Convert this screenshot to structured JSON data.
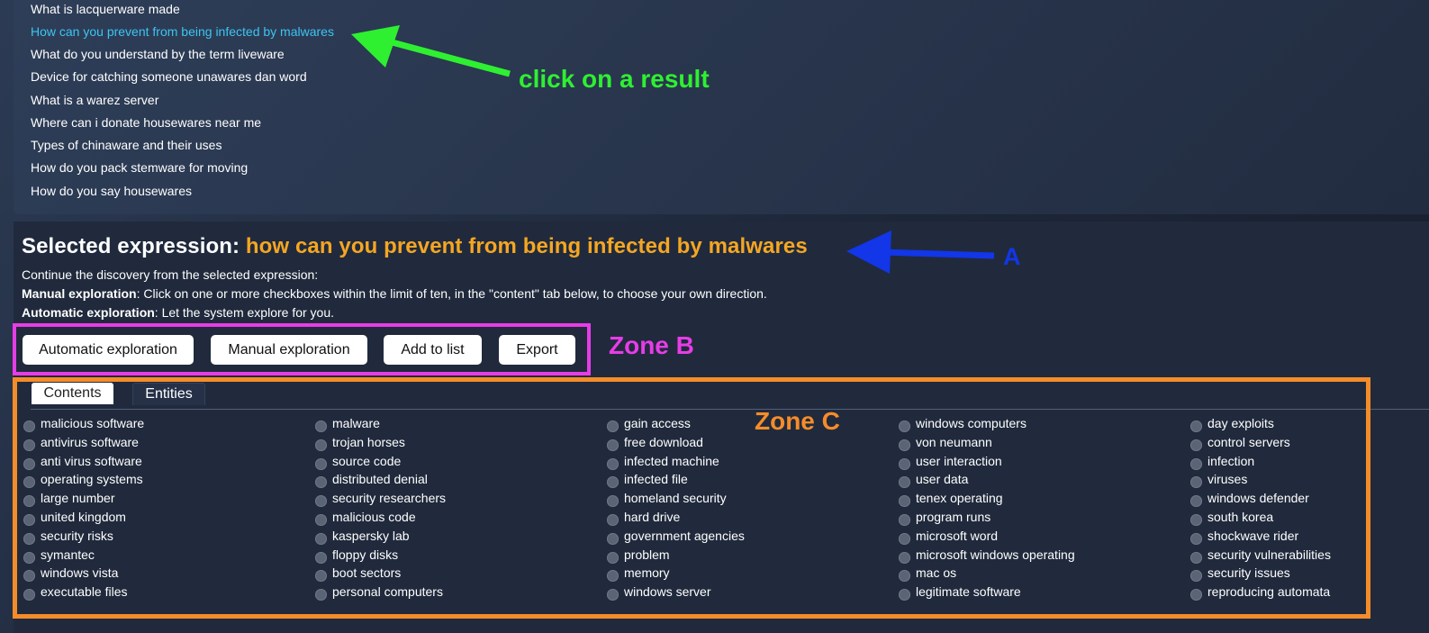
{
  "results": [
    "What is lacquerware made",
    "How can you prevent from being infected by malwares",
    "What do you understand by the term liveware",
    "Device for catching someone unawares dan word",
    "What is a warez server",
    "Where can i donate housewares near me",
    "Types of chinaware and their uses",
    "How do you pack stemware for moving",
    "How do you say housewares"
  ],
  "selected": {
    "label": "Selected expression:",
    "expression": "how can you prevent from being infected by malwares",
    "continue_text": "Continue the discovery from the selected expression:",
    "manual_title": "Manual exploration",
    "manual_text": ": Click on one or more checkboxes within the limit of ten, in the \"content\" tab below, to choose your own direction.",
    "auto_title": "Automatic exploration",
    "auto_text": ": Let the system explore for you."
  },
  "buttons": {
    "automatic": "Automatic exploration",
    "manual": "Manual exploration",
    "add": "Add to list",
    "export": "Export"
  },
  "tabs": {
    "contents": "Contents",
    "entities": "Entities"
  },
  "checkbox_columns": [
    [
      "malicious software",
      "antivirus software",
      "anti virus software",
      "operating systems",
      "large number",
      "united kingdom",
      "security risks",
      "symantec",
      "windows vista",
      "executable files"
    ],
    [
      "malware",
      "trojan horses",
      "source code",
      "distributed denial",
      "security researchers",
      "malicious code",
      "kaspersky lab",
      "floppy disks",
      "boot sectors",
      "personal computers"
    ],
    [
      "gain access",
      "free download",
      "infected machine",
      "infected file",
      "homeland security",
      "hard drive",
      "government agencies",
      "problem",
      "memory",
      "windows server"
    ],
    [
      "windows computers",
      "von neumann",
      "user interaction",
      "user data",
      "tenex operating",
      "program runs",
      "microsoft word",
      "microsoft windows operating",
      "mac os",
      "legitimate software"
    ],
    [
      "day exploits",
      "control servers",
      "infection",
      "viruses",
      "windows defender",
      "south korea",
      "shockwave rider",
      "security vulnerabilities",
      "security issues",
      "reproducing automata"
    ]
  ],
  "annotations": {
    "click": "click on a result",
    "a": "A",
    "zone_b": "Zone B",
    "zone_c": "Zone C"
  },
  "colors": {
    "active_result": "#3cc5f2",
    "selected_expression": "#f5a623",
    "annotation_green": "#2ef031",
    "annotation_blue": "#1236e8",
    "annotation_magenta": "#e83ce8",
    "annotation_orange": "#f58c2a"
  }
}
